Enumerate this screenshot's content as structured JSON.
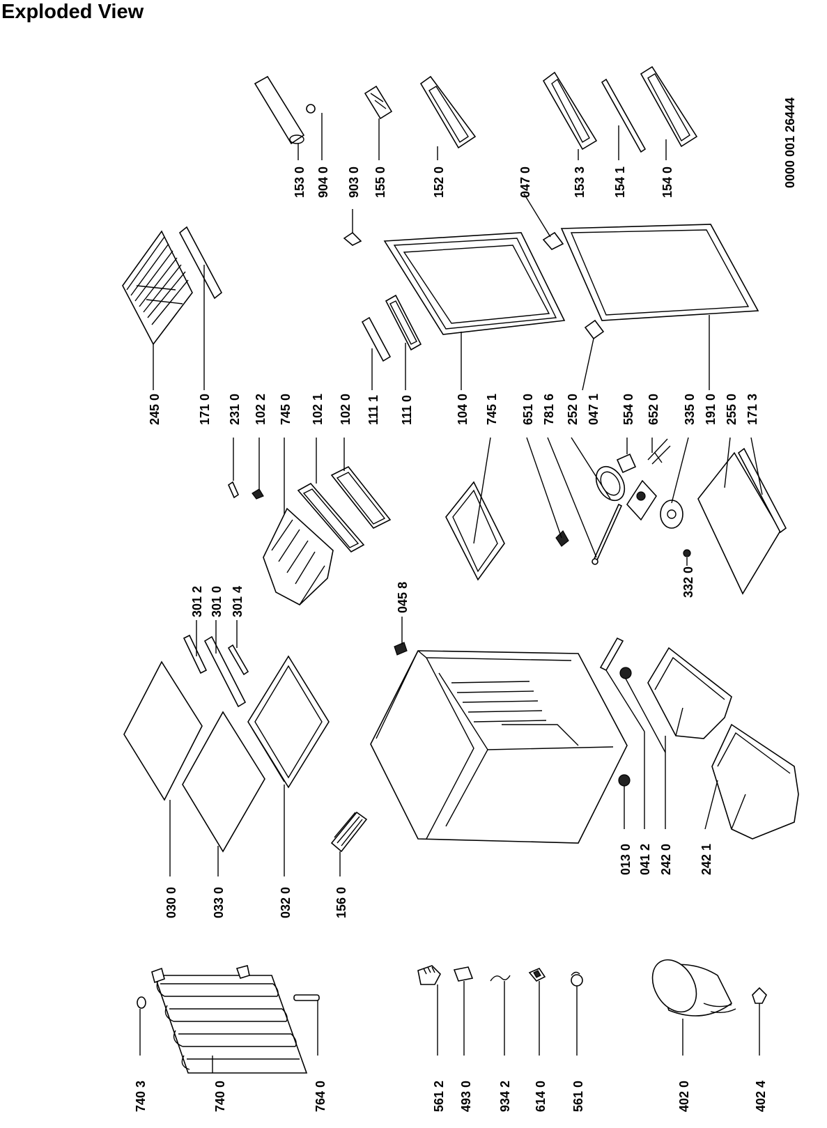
{
  "title": "Exploded View",
  "doc_code": "0000 001 26444",
  "labels": {
    "p7403": "740 3",
    "p7400": "740 0",
    "p7640": "764 0",
    "p5612": "561 2",
    "p4930": "493 0",
    "p9342": "934 2",
    "p6140": "614 0",
    "p5610": "561 0",
    "p4020": "402 0",
    "p4024": "402 4",
    "p0300": "030 0",
    "p0330": "033 0",
    "p0320": "032 0",
    "p1560": "156 0",
    "p3012": "301 2",
    "p3010": "301 0",
    "p3014": "301 4",
    "p0458": "045 8",
    "p0130": "013 0",
    "p0412": "041 2",
    "p2420": "242 0",
    "p2421": "242 1",
    "p2450": "245 0",
    "p1710": "171 0",
    "p2310": "231 0",
    "p1022": "102 2",
    "p7450": "745 0",
    "p1021": "102 1",
    "p1020": "102 0",
    "p1111": "111 1",
    "p1110": "111 0",
    "p1040": "104 0",
    "p7451": "745 1",
    "p6510": "651 0",
    "p7816": "781 6",
    "p2520": "252 0",
    "p0471b": "047 1",
    "p5540": "554 0",
    "p6520": "652 0",
    "p3350": "335 0",
    "p1910": "191 0",
    "p2550": "255 0",
    "p1713": "171 3",
    "p3320": "332 0",
    "p1530": "153 0",
    "p9040": "904 0",
    "p9030": "903 0",
    "p1550": "155 0",
    "p1520": "152 0",
    "p0470": "047 0",
    "p1533": "153 3",
    "p1541": "154 1",
    "p1540": "154 0"
  }
}
